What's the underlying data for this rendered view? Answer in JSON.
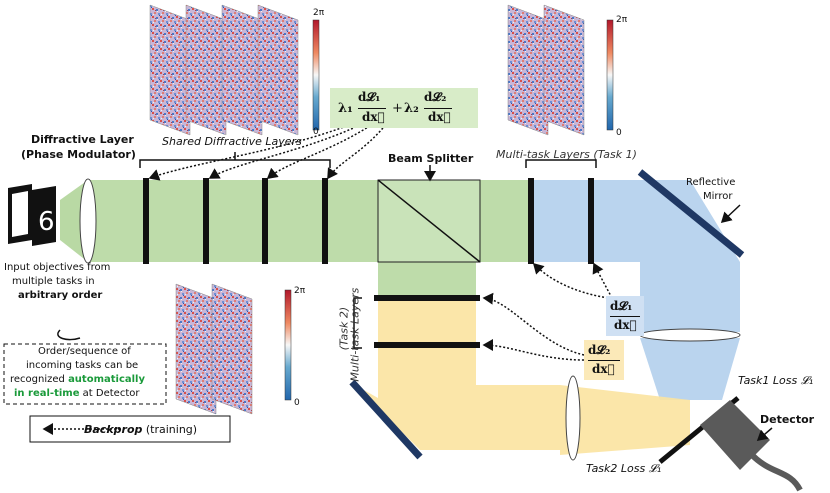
{
  "colors": {
    "shared_beam": "#a8d08d",
    "task1_beam": "#a9c9ea",
    "task2_beam": "#fbe3a0",
    "mirror": "#1f3864",
    "detector": "#5a5a5a",
    "highlight_green": "#1a9a3a"
  },
  "labels": {
    "diffractive_layer_line1": "Diffractive Layer",
    "diffractive_layer_line2": "(Phase Modulator)",
    "shared_layers": "Shared Diffractive Layers",
    "beam_splitter": "Beam Splitter",
    "multitask_task1": "Multi-task Layers (Task 1)",
    "multitask_task2_line1": "Multi-task Layers",
    "multitask_task2_line2": "(Task 2)",
    "reflective_mirror_line1": "Reflective",
    "reflective_mirror_line2": "Mirror",
    "detector": "Detector",
    "task1_loss": "Task1 Loss 𝓛₁",
    "task2_loss": "Task2 Loss 𝓛₁",
    "input_line1": "Input objectives from",
    "input_line2": "multiple tasks in",
    "input_line3": "arbitrary order",
    "order_line1": "Order/sequence of",
    "order_line2": "incoming tasks can be",
    "order_line3_a": "recognized ",
    "order_line3_b": "automatically",
    "order_line4_a": "in real-time",
    "order_line4_b": " at Detector",
    "backprop_a": "Backprop",
    "backprop_b": " (training)"
  },
  "formulas": {
    "combined": "λ₁ d𝓛₁/dx⃗ + λ₂ d𝓛₂/dx⃗",
    "grad1_num": "d𝓛₁",
    "grad1_den": "dx⃗",
    "grad2_num": "d𝓛₂",
    "grad2_den": "dx⃗",
    "lambda1": "λ₁",
    "lambda2": "λ₂",
    "plus": "+",
    "dL1": "d𝓛₁",
    "dL2": "d𝓛₂",
    "dx": "dx⃗"
  },
  "colorbar": {
    "max": "2π",
    "min": "0"
  },
  "inputs": {
    "digit": "6"
  }
}
